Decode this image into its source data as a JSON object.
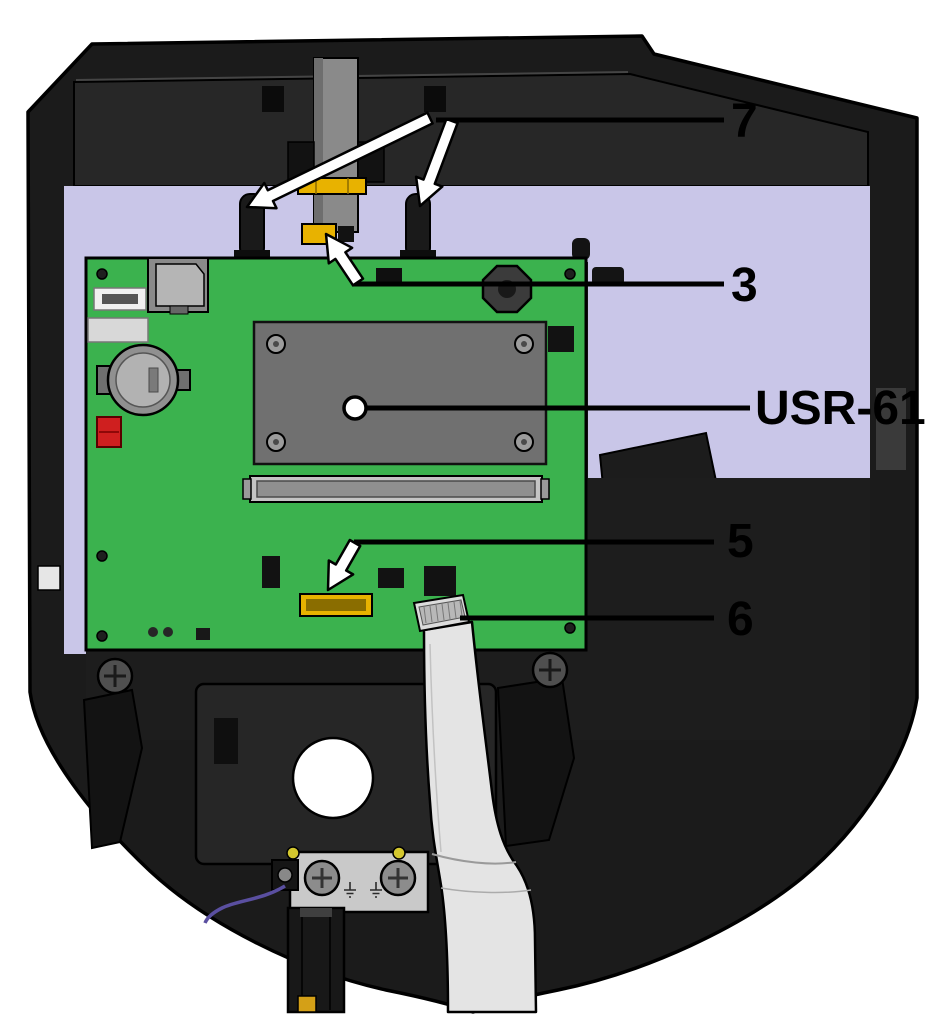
{
  "figure": {
    "callouts": [
      {
        "label": "7"
      },
      {
        "label": "3"
      },
      {
        "label": "USR-61"
      },
      {
        "label": "5"
      },
      {
        "label": "6"
      }
    ],
    "colors": {
      "pcb_green": "#3bb24e",
      "interior_purple": "#c9c6e8",
      "housing_dark": "#1b1b1b",
      "module_gray": "#707070",
      "connector_yellow": "#e8b200",
      "component_red": "#cf1f1f",
      "cable_gray": "#e4e4e4"
    }
  }
}
